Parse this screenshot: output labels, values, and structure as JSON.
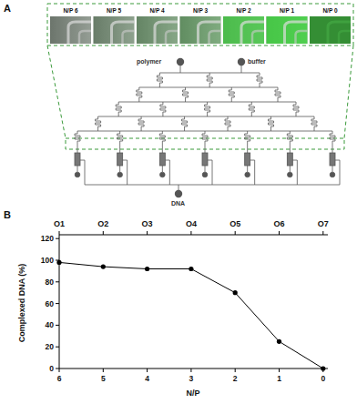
{
  "diagram": {
    "nodes": [
      {
        "text": [
          "polymer"
        ]
      },
      {
        "text": [
          "buffer"
        ]
      },
      {
        "text": [
          "DNA"
        ]
      }
    ],
    "labels": [
      "A",
      "N/P 6",
      "N/P 5",
      "N/P 4",
      "N/P 3",
      "N/P 2",
      "N/P 1",
      "N/P 0",
      "B",
      "O1",
      "O2",
      "O3",
      "O4",
      "O5",
      "O6",
      "O7",
      "0",
      "20",
      "40",
      "60",
      "80",
      "100",
      "120",
      "6",
      "5",
      "4",
      "3",
      "2",
      "1",
      "0",
      "Complexed DNA (%)",
      "N/P"
    ]
  }
}
